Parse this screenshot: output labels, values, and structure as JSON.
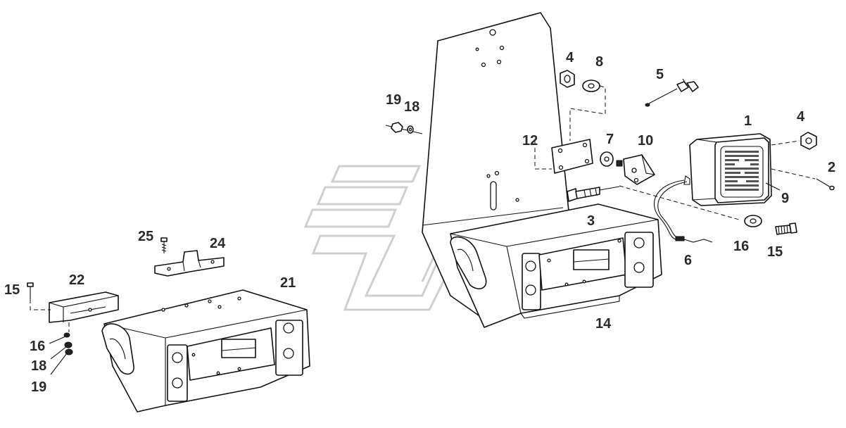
{
  "diagram": {
    "callouts": {
      "c1": "1",
      "c2": "2",
      "c3": "3",
      "c4a": "4",
      "c4b": "4",
      "c5": "5",
      "c6": "6",
      "c7": "7",
      "c8": "8",
      "c9": "9",
      "c10": "10",
      "c12": "12",
      "c14": "14",
      "c15a": "15",
      "c15b": "15",
      "c16a": "16",
      "c16b": "16",
      "c18a": "18",
      "c18b": "18",
      "c19a": "19",
      "c19b": "19",
      "c21": "21",
      "c22": "22",
      "c24": "24",
      "c25": "25"
    },
    "colors": {
      "line": "#111111",
      "label": "#2a2a2a",
      "watermark": "#cfcfcf"
    }
  }
}
